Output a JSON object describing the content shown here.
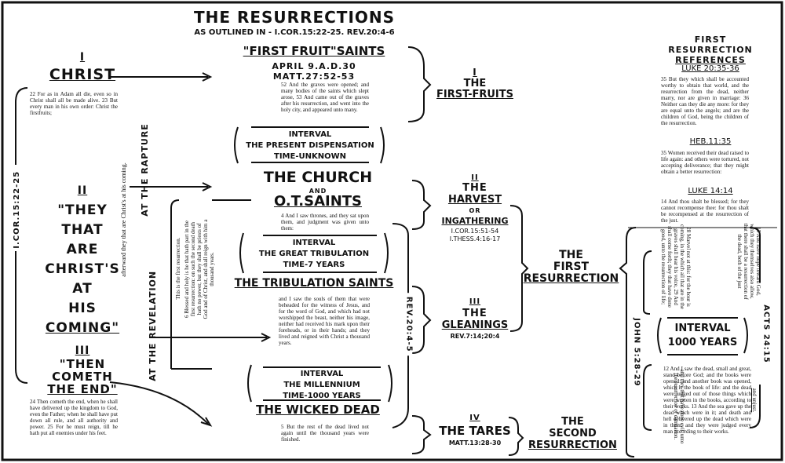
{
  "title": "THE RESURRECTIONS",
  "subtitle": "AS OUTLINED IN - I.COR.15:22-25. REV.20:4-6",
  "left": {
    "vertical_ref": "I.COR.15:22-25",
    "christ": {
      "numeral": "I",
      "heading": "CHRIST",
      "verse": "22 For as in Adam all die, even so in Christ shall all be made alive. 23 But every man in his own order: Christ the firstfruits;"
    },
    "coming": {
      "numeral": "II",
      "lines": [
        "\"THEY",
        "THAT",
        "ARE",
        "CHRIST'S",
        "AT",
        "HIS",
        "COMING\""
      ]
    },
    "coming_verse": "afterward they that are Christ's at his coming.",
    "end": {
      "numeral": "III",
      "lines": [
        "\"THEN",
        "COMETH",
        "THE END\""
      ],
      "verse": "24 Then cometh the end, when he shall have delivered up the kingdom to God, even the Father; when he shall have put down all rule, and all authority and power. 25 For he must reign, till he hath put all enemies under his feet."
    }
  },
  "at_rapture": "AT THE RAPTURE",
  "at_revelation": "AT THE REVELATION",
  "first_resurrection_quote": "This is the first resurrection.",
  "verse_6": "6 Blessed and holy is he that hath part in the first resurrection: on such the second death hath no power, but they shall be priests of God and of Christ, and shall reign with him a thousand years.",
  "center": {
    "first_fruit": {
      "heading": "\"FIRST FRUIT\"SAINTS",
      "date": "APRIL 9.A.D.30",
      "ref": "MATT.27:52-53",
      "verse": "52 And the graves were opened; and many bodies of the saints which slept arose, 53 And came out of the graves after his resurrection, and went into the holy city, and appeared unto many."
    },
    "interval1": [
      "INTERVAL",
      "THE PRESENT DISPENSATION",
      "TIME-UNKNOWN"
    ],
    "church": {
      "heading": "THE CHURCH",
      "and": "AND",
      "sub": "O.T.SAINTS",
      "verse": "4 And I saw thrones, and they sat upon them, and judgment was given unto them:"
    },
    "interval2": [
      "INTERVAL",
      "THE GREAT TRIBULATION",
      "TIME-7 YEARS"
    ],
    "tribulation": {
      "heading": "THE TRIBULATION SAINTS",
      "verse": "and I saw the souls of them that were beheaded for the witness of Jesus, and for the word of God, and which had not worshipped the beast, neither his image, neither had received his mark upon their foreheads, or in their hands; and they lived and reigned with Christ a thousand years."
    },
    "interval3": [
      "INTERVAL",
      "THE MILLENNIUM",
      "TIME-1000 YEARS"
    ],
    "wicked": {
      "heading": "THE WICKED DEAD",
      "verse": "5 But the rest of the dead lived not again until the thousand years were finished."
    },
    "rev_ref": "REV.20:4-5"
  },
  "harvest_column": {
    "first_fruits": {
      "numeral": "I",
      "lines": [
        "THE",
        "FIRST-FRUITS"
      ]
    },
    "harvest": {
      "numeral": "II",
      "the": "THE",
      "heading": "HARVEST",
      "or": "OR",
      "sub": "INGATHERING",
      "refs": [
        "I.COR.15:51-54",
        "I.THESS.4:16-17"
      ]
    },
    "gleanings": {
      "numeral": "III",
      "the": "THE",
      "heading": "GLEANINGS",
      "ref": "REV.7:14;20:4"
    },
    "tares": {
      "numeral": "IV",
      "heading": "THE TARES",
      "ref": "MATT.13:28-30"
    }
  },
  "first_resurrection": [
    "THE",
    "FIRST",
    "RESURRECTION"
  ],
  "second_resurrection": [
    "THE",
    "SECOND",
    "RESURRECTION"
  ],
  "right": {
    "heading": [
      "FIRST",
      "RESURRECTION",
      "REFERENCES"
    ],
    "refs": [
      {
        "ref": "LUKE 20:35-36",
        "verse": "35 But they which shall be accounted worthy to obtain that world, and the resurrection from the dead, neither marry, nor are given in marriage: 36 Neither can they die any more: for they are equal unto the angels; and are the children of God, being the children of the resurrection."
      },
      {
        "ref": "HEB.11:35",
        "verse": "35 Women received their dead raised to life again: and others were tortured, not accepting deliverance; that they might obtain a better resurrection:"
      },
      {
        "ref": "LUKE 14:14",
        "verse": "14 And thou shalt be blessed; for they cannot recompense thee: for thou shalt be recompensed at the resurrection of the just."
      }
    ],
    "john_ref": "JOHN 5:28-29",
    "john_verse_a": "28 Marvel not at this: for the hour is coming, in the which all that are in the graves shall hear his voice, 29 And shall come forth; they that have done good, unto the resurrection of life;",
    "john_verse_b": "and they that have done evil, unto the resurrection of damnation.",
    "acts_ref": "ACTS 24:15",
    "acts_verse": "15 And have hope toward God, which they themselves also allow, that there shall be a resurrection of the dead, both of the just",
    "acts_unjust": "and unjust.",
    "interval": [
      "INTERVAL",
      "1000 YEARS"
    ],
    "rev_verse": "12 And I saw the dead, small and great, stand before God; and the books were opened: and another book was opened, which is the book of life: and the dead were judged out of those things which were written in the books, according to their works. 13 And the sea gave up the dead which were in it; and death and hell delivered up the dead which were in them: and they were judged every man according to their works."
  }
}
